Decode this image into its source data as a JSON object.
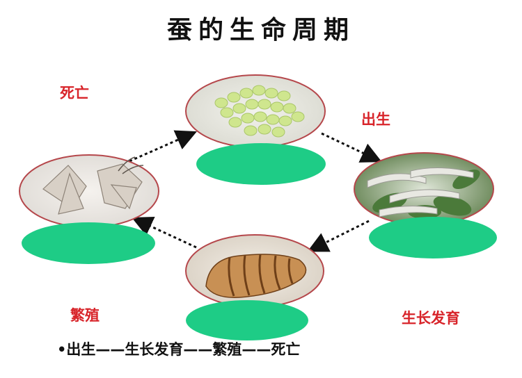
{
  "title": "蚕的生命周期",
  "stages": {
    "egg_label": "",
    "birth": "出生",
    "growth": "生长发育",
    "reproduction": "繁殖",
    "death": "死亡"
  },
  "bottom_text": "•出生——生长发育——繁殖——死亡",
  "colors": {
    "oval_fill": "#1ecc86",
    "ring_stroke": "#b5474b",
    "label_red": "#d8242a",
    "arrow": "#111111"
  },
  "icons": [
    "egg-cluster-image",
    "silkworm-larvae-image",
    "pupa-image",
    "moth-image"
  ]
}
